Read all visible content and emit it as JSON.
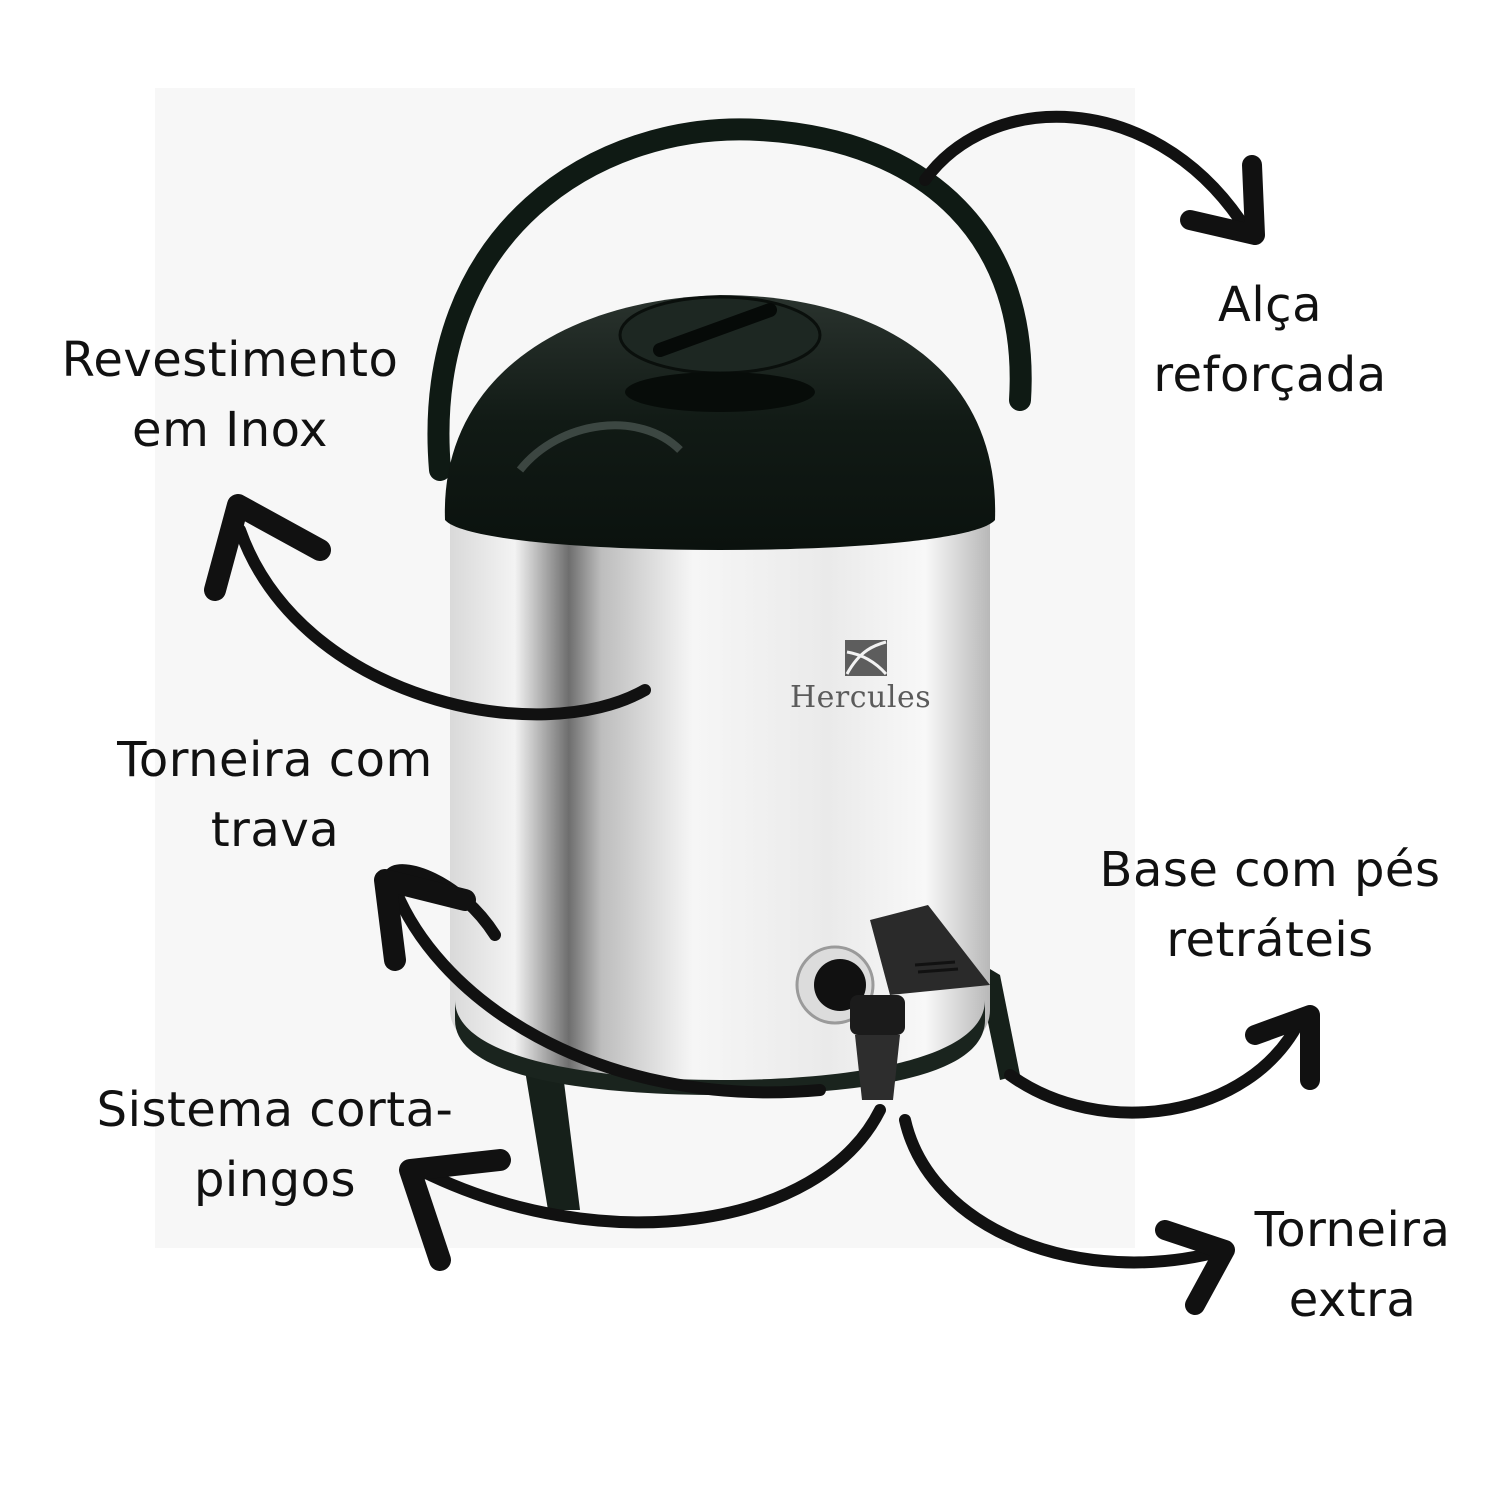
{
  "product": {
    "brand": "Hercules",
    "logo_icon": "hercules-square-logo-icon",
    "colors": {
      "lid": "#0f1a14",
      "body_light": "#e8e8e8",
      "body_dark": "#8a8a8a",
      "arrow": "#111111"
    }
  },
  "callouts": [
    {
      "id": "handle",
      "lines": [
        "Alça",
        "reforçada"
      ]
    },
    {
      "id": "coating",
      "lines": [
        "Revestimento",
        "em Inox"
      ]
    },
    {
      "id": "tap-lock",
      "lines": [
        "Torneira com",
        "trava"
      ]
    },
    {
      "id": "base",
      "lines": [
        "Base com pés",
        "retráteis"
      ]
    },
    {
      "id": "drip",
      "lines": [
        "Sistema corta-",
        "pingos"
      ]
    },
    {
      "id": "extra-tap",
      "lines": [
        "Torneira",
        "extra"
      ]
    }
  ]
}
